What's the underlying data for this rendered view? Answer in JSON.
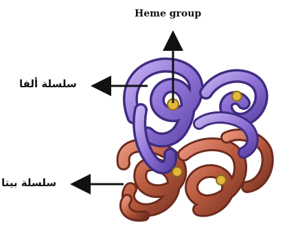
{
  "labels": {
    "heme": "Heme group",
    "alpha": "سلسلة ألفا",
    "beta": "سلسلة بيتا"
  },
  "colors": {
    "alpha_chain": "#8f72d6",
    "beta_chain": "#b95a3e",
    "heme": "#e3b63c",
    "arrow": "#111111"
  }
}
